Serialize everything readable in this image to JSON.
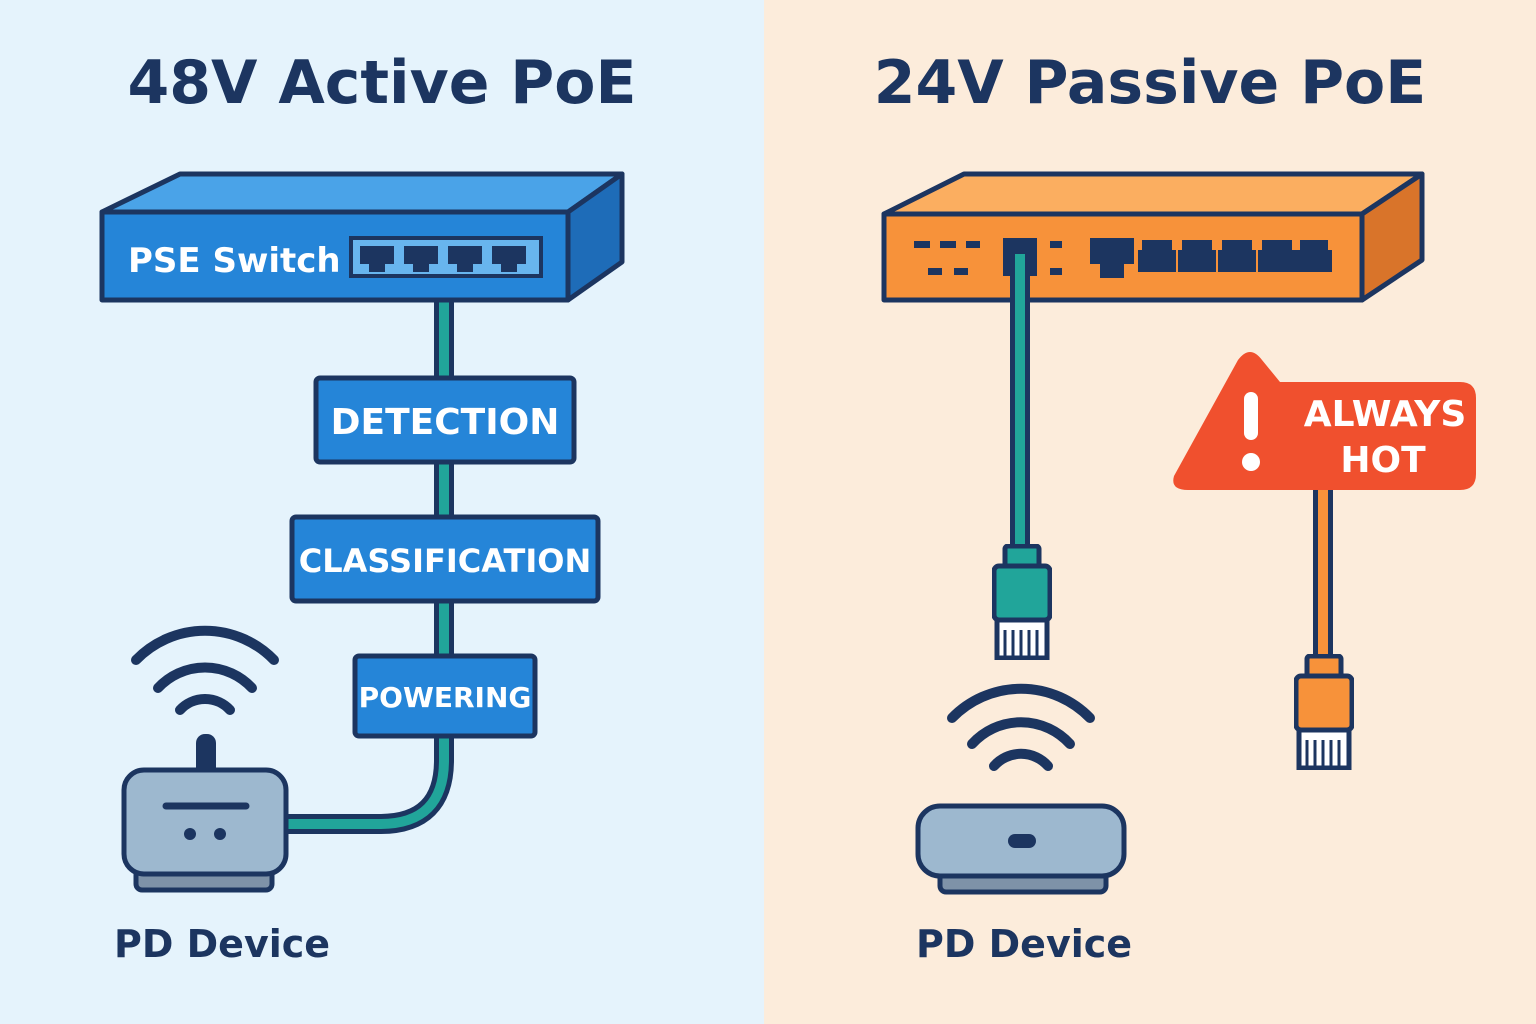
{
  "left_panel": {
    "title": "48V Active PoE",
    "switch_label": "PSE Switch",
    "stages": [
      "DETECTION",
      "CLASSIFICATION",
      "POWERING"
    ],
    "device_label": "PD Device",
    "colors": {
      "background": "#e5f3fc",
      "switch": "#2585d8",
      "stage": "#2585d8",
      "cable": "#21a59a",
      "outline": "#1c3560"
    }
  },
  "right_panel": {
    "title": "24V Passive PoE",
    "warning_text": [
      "ALWAYS",
      "HOT"
    ],
    "device_label": "PD Device",
    "colors": {
      "background": "#fcecdb",
      "switch": "#f7923a",
      "warning": "#f0502e",
      "cable_teal": "#21a59a",
      "cable_orange": "#f7923a"
    }
  },
  "icons": [
    "pse-switch-icon",
    "wifi-icon",
    "router-icon",
    "ethernet-plug-icon",
    "warning-icon"
  ]
}
